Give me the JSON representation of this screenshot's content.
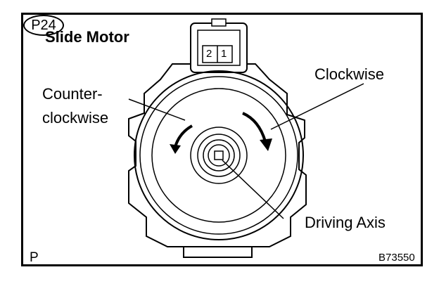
{
  "title": "Slide Motor",
  "connector_code": "P24",
  "connector_pins": [
    "2",
    "1"
  ],
  "labels": {
    "clockwise": "Clockwise",
    "counter_clockwise_line1": "Counter-",
    "counter_clockwise_line2": "clockwise",
    "driving_axis": "Driving Axis"
  },
  "corner_mark": "P",
  "figure_id": "B73550",
  "colors": {
    "ink": "#000000",
    "paper": "#ffffff"
  }
}
